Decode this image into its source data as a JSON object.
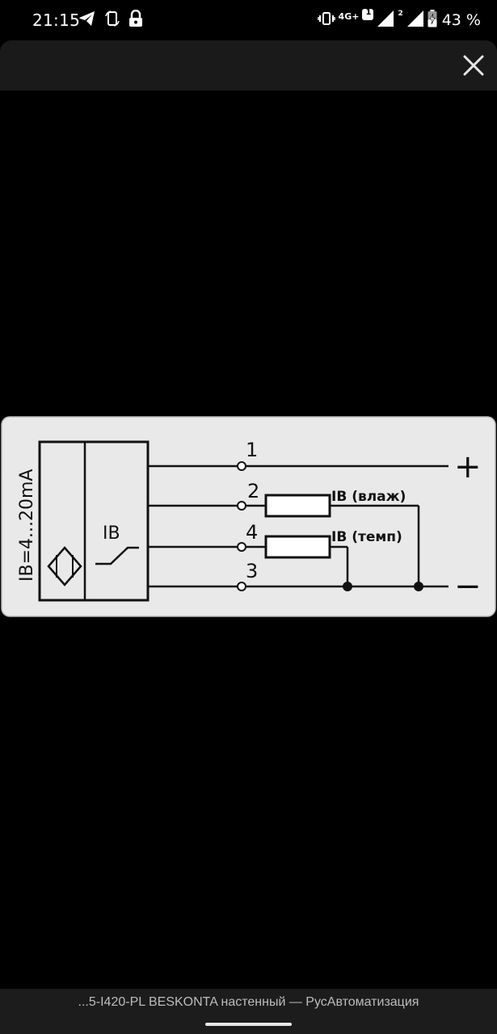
{
  "status_bar": {
    "time": "21:15",
    "left_icons": [
      "telegram-icon",
      "portrait-rotate-icon",
      "lock-icon"
    ],
    "right_icons": [
      "vibrate-icon",
      "signal-icon",
      "battery-charging-icon"
    ],
    "network": "4G+",
    "sim1_badge": "1",
    "sim2_badge": "2",
    "battery": "43 %"
  },
  "viewer": {
    "close_icon": "close-icon"
  },
  "diagram": {
    "current_label": "IB=4...20mA",
    "switch_label": "IB",
    "terminals": [
      "1",
      "2",
      "4",
      "3"
    ],
    "output_humidity": "IB (влаж)",
    "output_temperature": "IB (темп)",
    "plus_sign": "+",
    "minus_sign": "−"
  },
  "caption": {
    "text": "...5-I420-PL BESKONTA настенный — РусАвтоматизация"
  },
  "colors": {
    "background": "#000000",
    "toolbar": "#1a1a1a",
    "diagram_bg": "#e9e9e9",
    "caption_bg": "#1c1c1c"
  }
}
